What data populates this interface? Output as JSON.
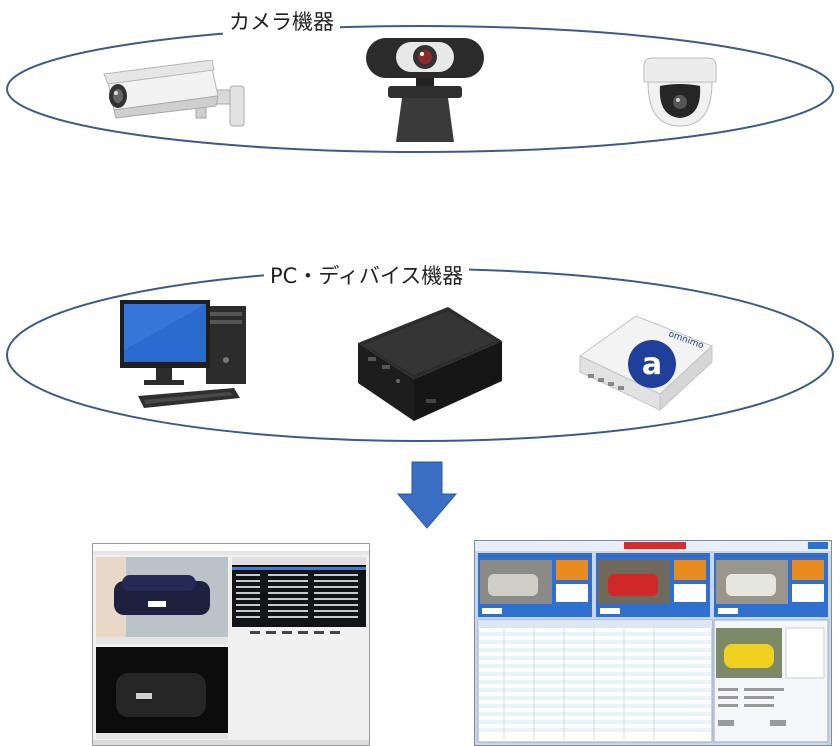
{
  "groups": [
    {
      "title": "カメラ機器",
      "items": [
        "box-camera",
        "webcam",
        "dome-camera"
      ]
    },
    {
      "title": "PC・ディバイス機器",
      "items": [
        "desktop-pc",
        "mini-pc",
        "omnimo-device"
      ]
    }
  ],
  "arrow": {
    "color": "#3a6fc4"
  },
  "colors": {
    "ellipse_stroke": "#3d5a8c",
    "accent_blue": "#2f6fd0"
  },
  "device_logo": {
    "text": "omnimo"
  }
}
